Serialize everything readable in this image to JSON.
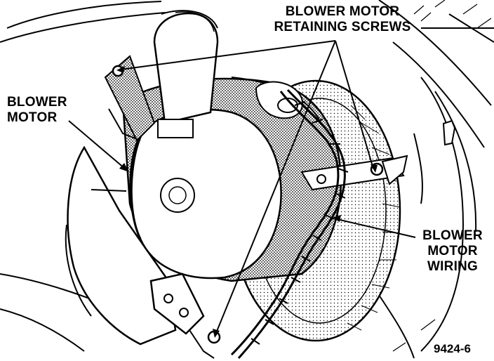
{
  "labels": {
    "retaining_screws": [
      "BLOWER MOTOR",
      "RETAINING SCREWS"
    ],
    "blower_motor": [
      "BLOWER",
      "MOTOR"
    ],
    "motor_wiring": [
      "BLOWER",
      "MOTOR",
      "WIRING"
    ]
  },
  "figure_number": "9424-6",
  "colors": {
    "ink": "#000000",
    "paper": "#ffffff",
    "shade": "#bdbdbd"
  }
}
